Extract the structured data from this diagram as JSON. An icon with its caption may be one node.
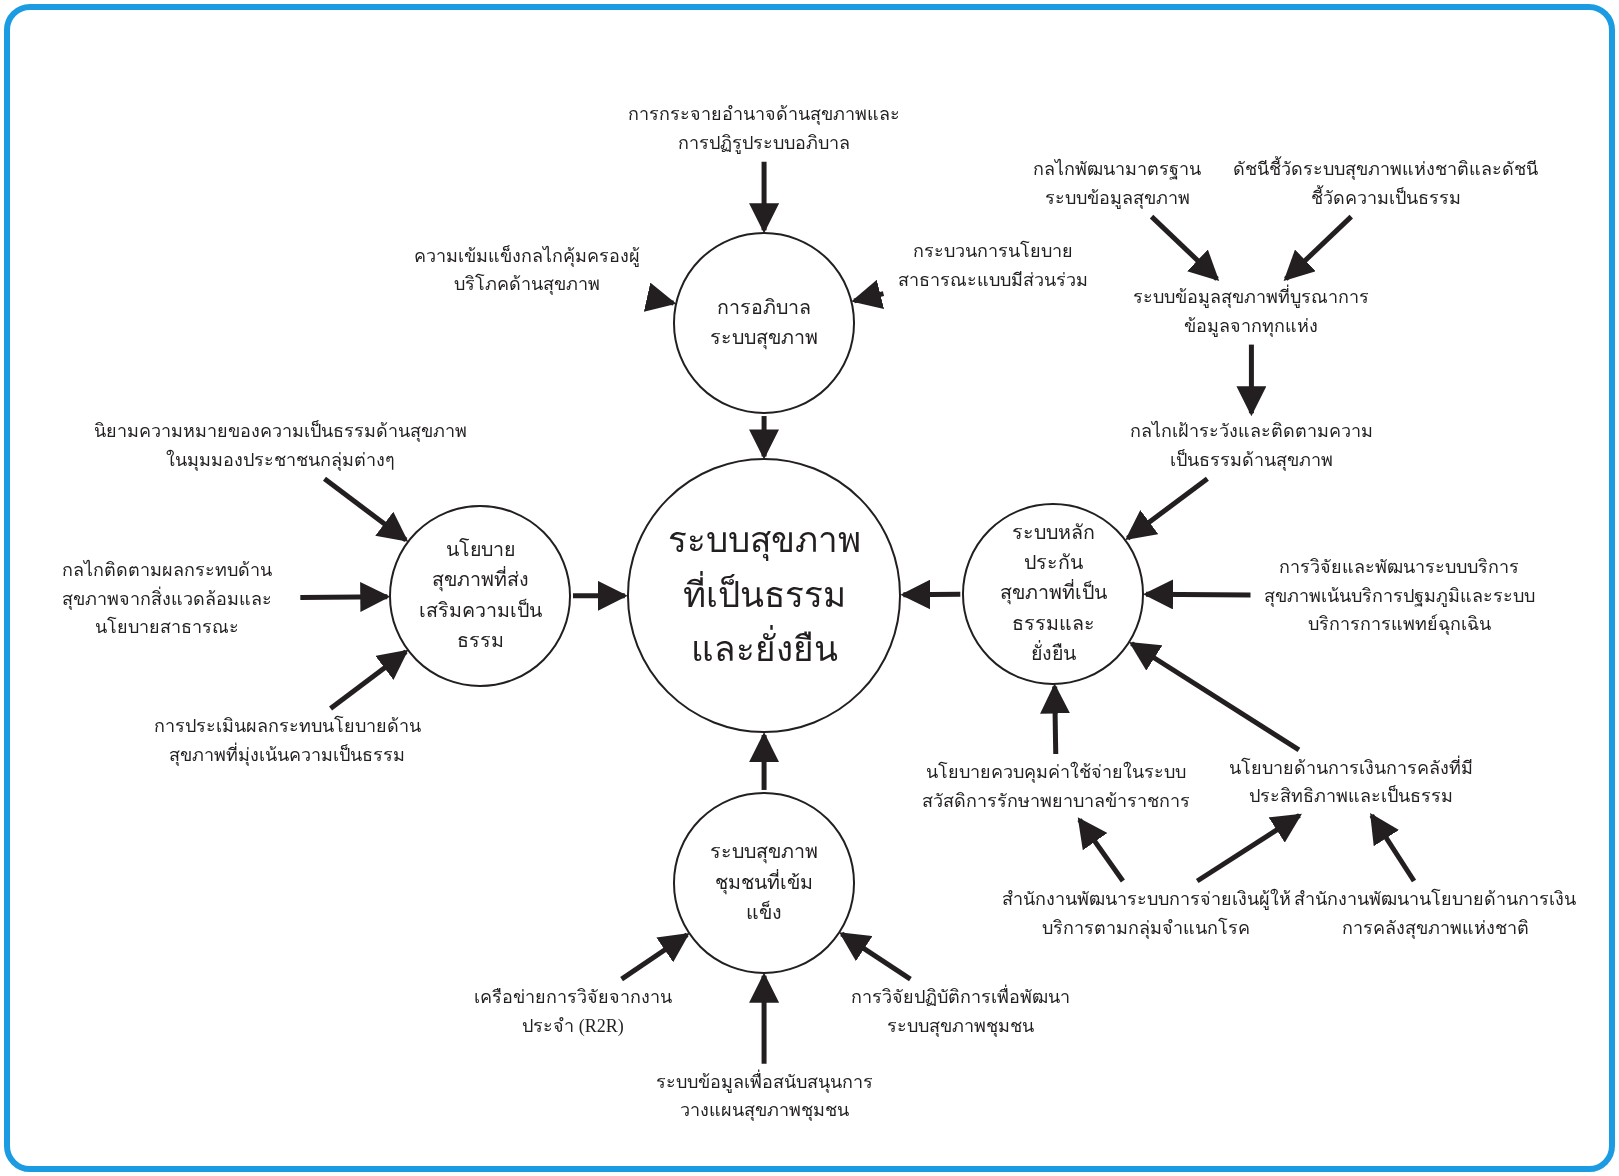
{
  "diagram": {
    "nodes": [
      {
        "text": [
          "ระบบสุขภาพที่เป็นธรรมและยั่งยืน"
        ]
      },
      {
        "text": [
          "การอภิบาลระบบสุขภาพ"
        ]
      },
      {
        "text": [
          "นโยบายสุขภาพที่ส่งเสริมความเป็นธรรม"
        ]
      },
      {
        "text": [
          "ระบบหลักประกันสุขภาพที่เป็นธรรมและยั่งยืน"
        ]
      },
      {
        "text": [
          "ระบบสุขภาพชุมชนที่เข้มแข็ง"
        ]
      },
      {
        "text": [
          "การกระจายอำนาจด้านสุขภาพและการปฏิรูประบบอภิบาล"
        ]
      },
      {
        "text": [
          "ความเข้มแข็งกลไกคุ้มครองผู้บริโภคด้านสุขภาพ"
        ]
      },
      {
        "text": [
          "กระบวนการนโยบายสาธารณะแบบมีส่วนร่วม"
        ]
      },
      {
        "text": [
          "กลไกพัฒนามาตรฐานระบบข้อมูลสุขภาพ"
        ]
      },
      {
        "text": [
          "ดัชนีชี้วัดระบบสุขภาพแห่งชาติและดัชนีชี้วัดความเป็นธรรม"
        ]
      },
      {
        "text": [
          "ระบบข้อมูลสุขภาพที่บูรณาการข้อมูลจากทุกแห่ง"
        ]
      },
      {
        "text": [
          "กลไกเฝ้าระวังและติดตามความเป็นธรรมด้านสุขภาพ"
        ]
      },
      {
        "text": [
          "การวิจัยและพัฒนาระบบบริการสุขภาพเน้นบริการปฐมภูมิและระบบบริการการแพทย์ฉุกเฉิน"
        ]
      },
      {
        "text": [
          "นโยบายควบคุมค่าใช้จ่ายในระบบสวัสดิการรักษาพยาบาลข้าราชการ"
        ]
      },
      {
        "text": [
          "นโยบายด้านการเงินการคลังที่มีประสิทธิภาพและเป็นธรรม"
        ]
      },
      {
        "text": [
          "สำนักงานพัฒนาระบบการจ่ายเงินผู้ให้บริการตามกลุ่มจำแนกโรค"
        ]
      },
      {
        "text": [
          "สำนักงานพัฒนานโยบายด้านการเงินการคลังสุขภาพแห่งชาติ"
        ]
      },
      {
        "text": [
          "นิยามความหมายของความเป็นธรรมด้านสุขภาพในมุมมองประชาชนกลุ่มต่างๆ"
        ]
      },
      {
        "text": [
          "กลไกติดตามผลกระทบด้านสุขภาพจากสิ่งแวดล้อมและนโยบายสาธารณะ"
        ]
      },
      {
        "text": [
          "การประเมินผลกระทบนโยบายด้านสุขภาพที่มุ่งเน้นความเป็นธรรม"
        ]
      },
      {
        "text": [
          "เครือข่ายการวิจัยจากงานประจำ (R2R)"
        ]
      },
      {
        "text": [
          "ระบบข้อมูลเพื่อสนับสนุนการวางแผนสุขภาพชุมชน"
        ]
      },
      {
        "text": [
          "การวิจัยปฏิบัติการเพื่อพัฒนาระบบสุขภาพชุมชน"
        ]
      }
    ],
    "edges": [
      {
        "from": 5,
        "to": 1,
        "arrow": "to"
      },
      {
        "from": 6,
        "to": 1,
        "arrow": "to"
      },
      {
        "from": 7,
        "to": 1,
        "arrow": "to"
      },
      {
        "from": 1,
        "to": 0,
        "arrow": "to"
      },
      {
        "from": 8,
        "to": 10,
        "arrow": "to"
      },
      {
        "from": 9,
        "to": 10,
        "arrow": "to"
      },
      {
        "from": 10,
        "to": 11,
        "arrow": "to"
      },
      {
        "from": 11,
        "to": 3,
        "arrow": "to"
      },
      {
        "from": 12,
        "to": 3,
        "arrow": "to"
      },
      {
        "from": 14,
        "to": 3,
        "arrow": "to"
      },
      {
        "from": 13,
        "to": 3,
        "arrow": "to"
      },
      {
        "from": 3,
        "to": 0,
        "arrow": "to"
      },
      {
        "from": 17,
        "to": 2,
        "arrow": "to"
      },
      {
        "from": 18,
        "to": 2,
        "arrow": "to"
      },
      {
        "from": 19,
        "to": 2,
        "arrow": "to"
      },
      {
        "from": 2,
        "to": 0,
        "arrow": "to"
      },
      {
        "from": 15,
        "to": 13,
        "arrow": "to"
      },
      {
        "from": 15,
        "to": 14,
        "arrow": "to"
      },
      {
        "from": 16,
        "to": 14,
        "arrow": "to"
      },
      {
        "from": 20,
        "to": 4,
        "arrow": "to"
      },
      {
        "from": 21,
        "to": 4,
        "arrow": "to"
      },
      {
        "from": 22,
        "to": 4,
        "arrow": "to"
      },
      {
        "from": 4,
        "to": 0,
        "arrow": "to"
      }
    ]
  }
}
